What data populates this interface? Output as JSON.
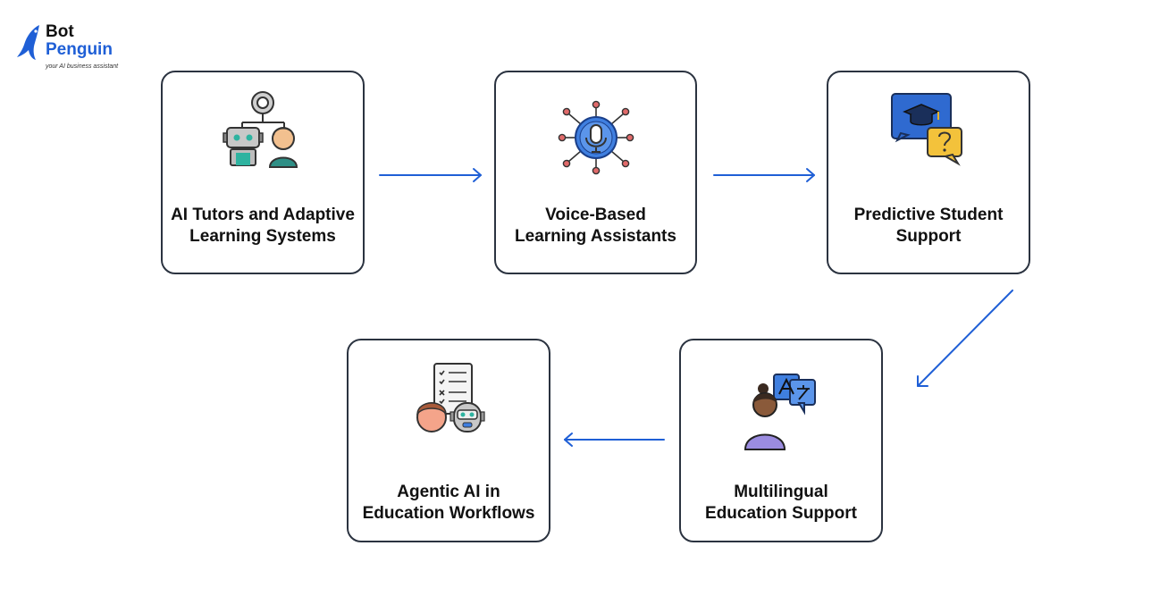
{
  "brand": {
    "name_line1": "Bot",
    "name_line2": "Penguin",
    "tagline": "your AI business assistant",
    "accent": "#1f5fd6"
  },
  "flow": {
    "arrow_color": "#1f5fd6",
    "steps": [
      {
        "label_line1": "AI Tutors and Adaptive",
        "label_line2": "Learning Systems",
        "icon": "robot-tutor-icon"
      },
      {
        "label_line1": "Voice-Based",
        "label_line2": "Learning Assistants",
        "icon": "microphone-network-icon"
      },
      {
        "label_line1": "Predictive Student",
        "label_line2": "Support",
        "icon": "graduation-question-icon"
      },
      {
        "label_line1": "Multilingual",
        "label_line2": "Education Support",
        "icon": "translation-person-icon"
      },
      {
        "label_line1": "Agentic AI in",
        "label_line2": "Education Workflows",
        "icon": "checklist-robot-icon"
      }
    ]
  }
}
